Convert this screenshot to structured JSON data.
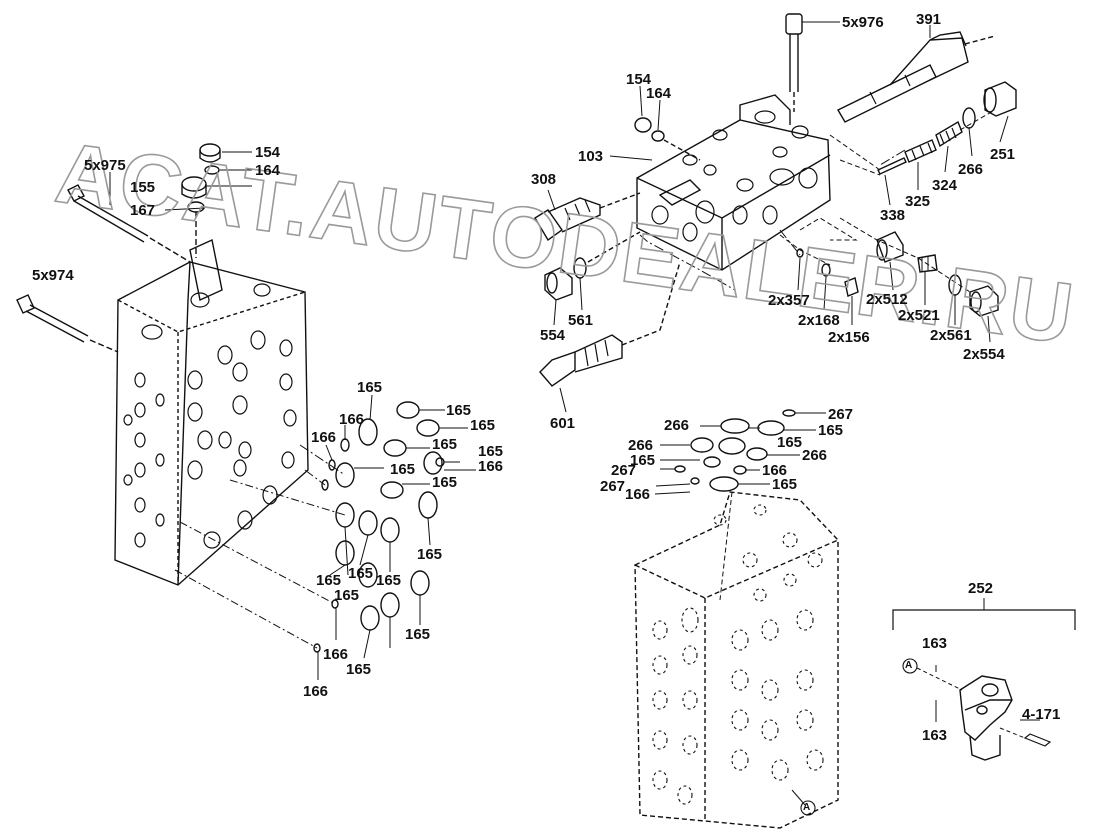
{
  "watermark": "ACAT.AUTODEALER.RU",
  "colors": {
    "line": "#111111",
    "watermark_stroke": "#9a9a9a"
  },
  "labels": {
    "l_5x976": "5x976",
    "l_391": "391",
    "l_154_top": "154",
    "l_164_top": "164",
    "l_103": "103",
    "l_251": "251",
    "l_266_top": "266",
    "l_324": "324",
    "l_325": "325",
    "l_338": "338",
    "l_308": "308",
    "l_5x975": "5x975",
    "l_154_left": "154",
    "l_164_left": "164",
    "l_155": "155",
    "l_167": "167",
    "l_5x974": "5x974",
    "l_554": "554",
    "l_561": "561",
    "l_2x357": "2x357",
    "l_2x168": "2x168",
    "l_2x156": "2x156",
    "l_2x512": "2x512",
    "l_2x521": "2x521",
    "l_2x561": "2x561",
    "l_2x554": "2x554",
    "l_601": "601",
    "l_165_a": "165",
    "l_165_b": "165",
    "l_165_c": "165",
    "l_165_d": "165",
    "l_165_e": "165",
    "l_165_f": "165",
    "l_165_g": "165",
    "l_165_h": "165",
    "l_165_i": "165",
    "l_165_j": "165",
    "l_165_k": "165",
    "l_165_l": "165",
    "l_165_m": "165",
    "l_165_n": "165",
    "l_166_a": "166",
    "l_166_b": "166",
    "l_166_c": "166",
    "l_166_d": "166",
    "l_166_e": "166",
    "l_266_a": "266",
    "l_266_b": "266",
    "l_266_c": "266",
    "l_267_a": "267",
    "l_267_b": "267",
    "l_267_c": "267",
    "l_165_r1": "165",
    "l_165_r2": "165",
    "l_165_r3": "165",
    "l_165_r4": "165",
    "l_166_r1": "166",
    "l_166_r2": "166",
    "l_252": "252",
    "l_163_a": "163",
    "l_163_b": "163",
    "l_4x171": "4-171",
    "l_A1": "A",
    "l_A2": "A"
  }
}
